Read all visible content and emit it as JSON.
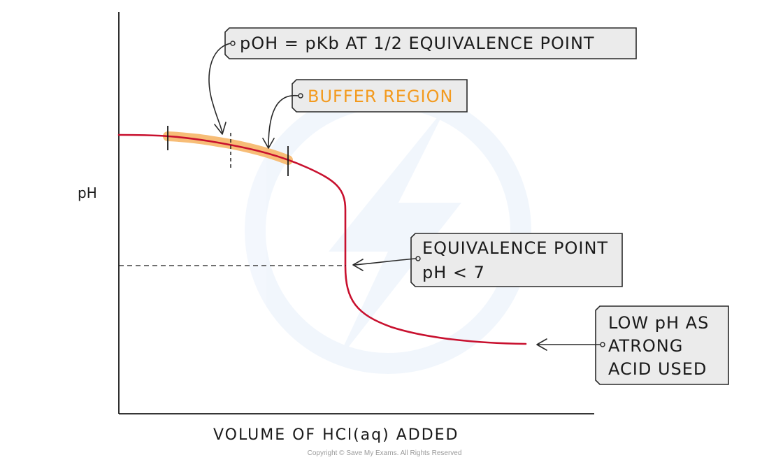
{
  "chart_data": {
    "type": "line",
    "title": "",
    "xlabel": "VOLUME OF HCl(aq) ADDED",
    "ylabel": "pH",
    "grid": false,
    "series": [
      {
        "color": "#c8102e"
      }
    ],
    "regions": [
      {
        "label": "BUFFER REGION",
        "color": "#f39a1e"
      }
    ],
    "annotations": [
      {
        "text": "pOH = pKb AT 1/2 EQUIVALENCE POINT"
      },
      {
        "text": "BUFFER REGION",
        "color": "#f39a1e"
      },
      {
        "lines": [
          "EQUIVALENCE POINT",
          "pH < 7"
        ]
      },
      {
        "lines": [
          "LOW pH AS",
          "ATRONG",
          "ACID USED"
        ]
      }
    ]
  },
  "copyright": "Copyright © Save My Exams. All Rights Reserved"
}
